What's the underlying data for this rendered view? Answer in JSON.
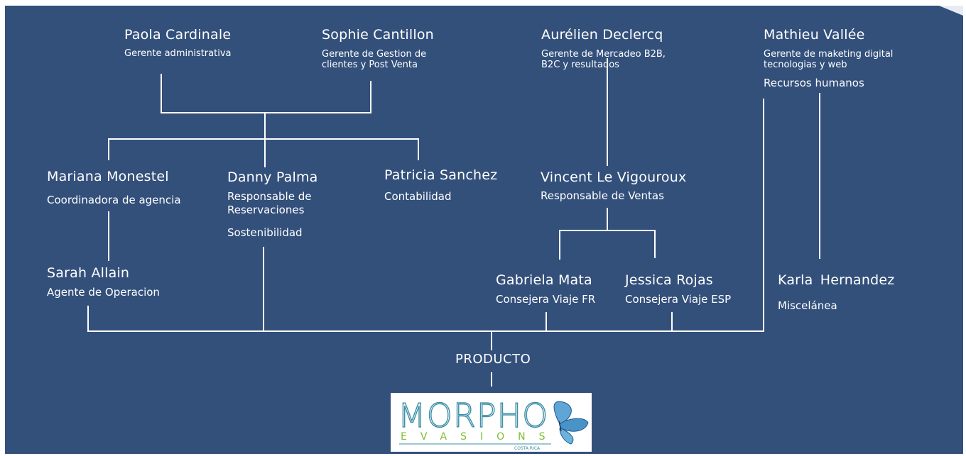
{
  "people": {
    "paola": {
      "name": "Paola Cardinale",
      "role": "Gerente administrativa"
    },
    "sophie": {
      "name": "Sophie Cantillon",
      "role_line1": "Gerente de Gestion de",
      "role_line2": "clientes y Post Venta"
    },
    "aurelien": {
      "name": "Aurélien Declercq",
      "role_line1": "Gerente de Mercadeo B2B,",
      "role_line2": "B2C y resultados"
    },
    "mathieu": {
      "name": "Mathieu Vallée",
      "role_line1": "Gerente de maketing digital",
      "role_line2": "tecnologias y web",
      "extra": "Recursos humanos"
    },
    "mariana": {
      "name": "Mariana Monestel",
      "role": "Coordinadora de agencia"
    },
    "danny": {
      "name": "Danny Palma",
      "role_line1": "Responsable de",
      "role_line2": "Reservaciones",
      "extra": "Sostenibilidad"
    },
    "patricia": {
      "name": "Patricia Sanchez",
      "role": "Contabilidad"
    },
    "vincent": {
      "name": "Vincent Le Vigouroux",
      "role": "Responsable de Ventas"
    },
    "sarah": {
      "name": "Sarah Allain",
      "role": "Agente de Operacion"
    },
    "gabriela": {
      "name": "Gabriela Mata",
      "role": "Consejera Viaje FR"
    },
    "jessica": {
      "name": "Jessica Rojas",
      "role": "Consejera Viaje ESP"
    },
    "karla": {
      "name": "Karla Hernandez",
      "role": "Miscelánea"
    }
  },
  "producto_label": "PRODUCTO",
  "logo": {
    "word": "MORPHO",
    "subword": "EVASIONS",
    "country": "COSTA RICA",
    "icon": "butterfly-icon"
  },
  "colors": {
    "background": "#33507b",
    "text": "#ffffff",
    "logo_teal": "#3d8ea6",
    "logo_green": "#7cbf2f"
  }
}
